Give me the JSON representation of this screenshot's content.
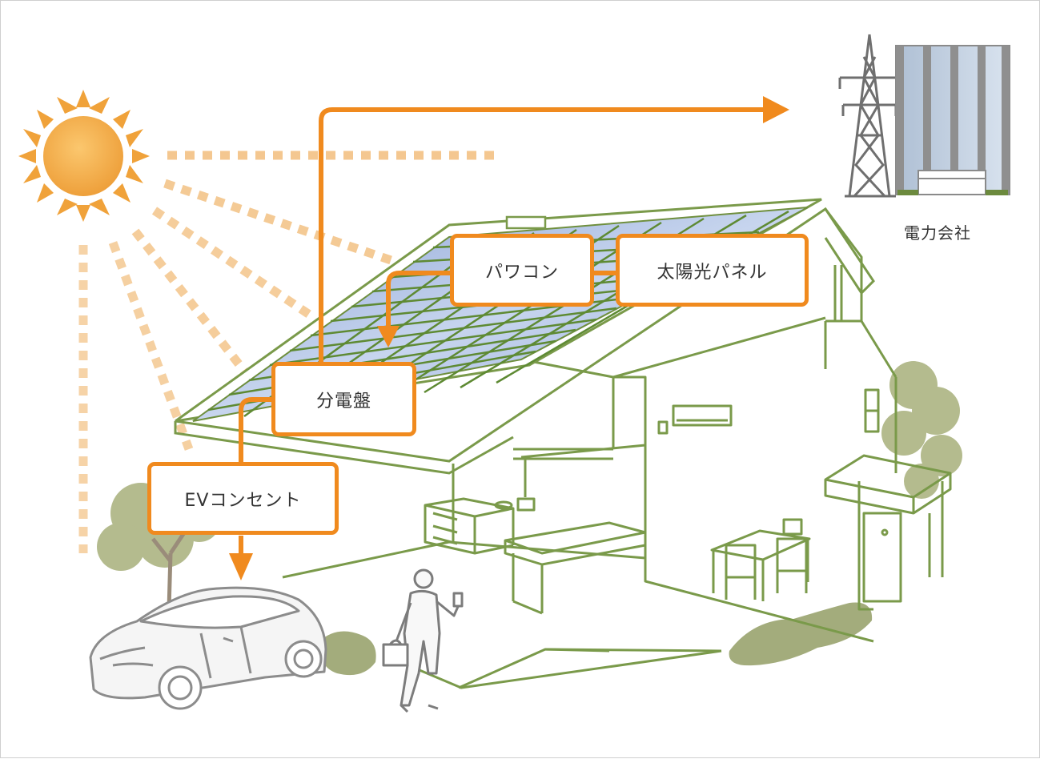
{
  "labels": {
    "power_conditioner": "パワコン",
    "solar_panel": "太陽光パネル",
    "distribution_board": "分電盤",
    "ev_outlet": "EVコンセント",
    "power_company": "電力会社"
  },
  "colors": {
    "flow_arrow": "#f08a1e",
    "box_border": "#f08a1e",
    "house_line": "#7a9a4a",
    "sun": "#f0a23a",
    "panel": "#9db3dc",
    "greenery": "#a3ac7c"
  },
  "icons": [
    "sun-icon",
    "power-tower-icon",
    "office-building-icon",
    "car-icon",
    "person-icon",
    "tree-icon"
  ]
}
